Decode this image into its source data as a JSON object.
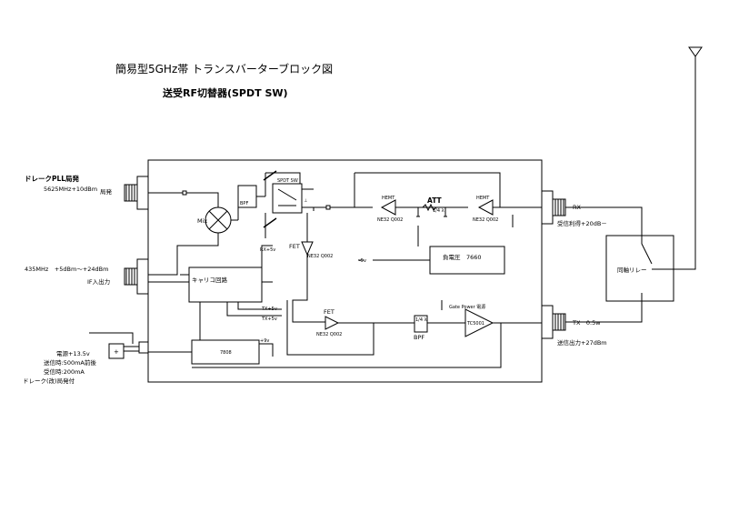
{
  "title": "簡易型5GHz帯 トランスバーターブロック図",
  "subtitle": "送受RF切替器(SPDT SW)",
  "left_inputs": {
    "lo_title": "ドレークPLL局発",
    "lo_freq": "5625MHz+10dBm",
    "lo_label": "局発",
    "if_freq": "435MHz　+5dBm～+24dBm",
    "if_label": "IF入出力"
  },
  "power_notes": {
    "supply": "電源+13.5v",
    "tx_current": "送信時:500mA前後",
    "rx_current": "受信時:200mA",
    "drake": "ドレーク(改)局発付"
  },
  "blocks": {
    "mixer": "Mix",
    "bpf_top": "BPF",
    "carrier": "キャリコ回路",
    "reg": "7808",
    "neg_volt": "負電圧　7660",
    "bpf_tx": "BPF",
    "relay": "同軸リレー"
  },
  "components": {
    "hemt_left": "HEMT",
    "hemt_right": "HEMT",
    "att": "ATT",
    "fet_rx": "FET",
    "fet_tx": "FET",
    "drv_part": "NE32 Q002",
    "drv_part2": "NE32 Q002",
    "fet_part": "NE32 Q002",
    "fet_tx_part": "NE32 Q002",
    "pa": "TC5001",
    "pa_note": "Gate Power 電源",
    "spdt": "SPDT SW",
    "tx_label1": "TX+5v",
    "tx_label2": "TX+5v",
    "rx_label": "RX+5v",
    "small_plus": "+9v",
    "small_minus": "-5v",
    "bpf_atten": "1/4 λ",
    "att_r": "1/4 λ"
  },
  "right_labels": {
    "rx": "RX",
    "rx_gain": "受信利得+20dB－",
    "tx": "TX　0.5w",
    "tx_power": "送信出力+27dBm"
  }
}
